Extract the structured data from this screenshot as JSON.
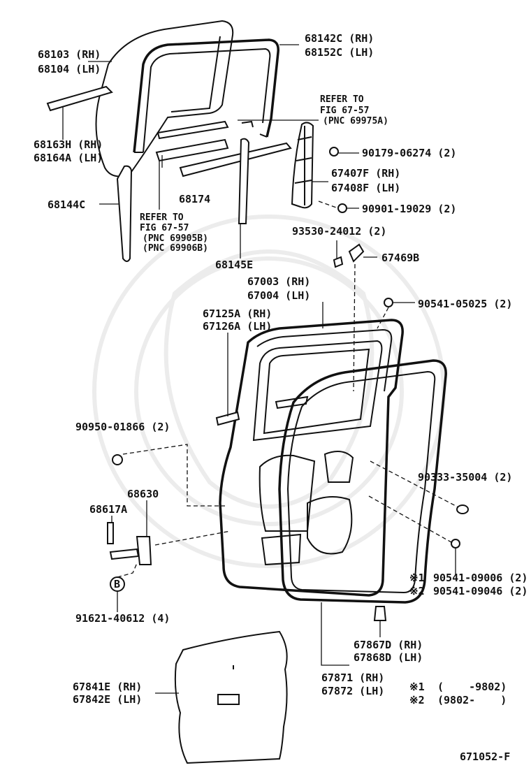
{
  "labels": {
    "glass_rh": "68103 (RH)",
    "glass_lh": "68104 (LH)",
    "run_rh": "68142C (RH)",
    "run_lh": "68152C (LH)",
    "refer_a1": "REFER TO",
    "refer_a2": "FIG 67-57",
    "refer_a3": "(PNC 69975A)",
    "clip_90179": "90179-06274 (2)",
    "weather_rh": "68163H (RH)",
    "weather_lh": "68164A (LH)",
    "reg_rh": "67407F (RH)",
    "reg_lh": "67408F (LH)",
    "p68174": "68174",
    "p68144c": "68144C",
    "bolt_90901": "90901-19029 (2)",
    "refer_b1": "REFER TO",
    "refer_b2": "FIG 67-57",
    "refer_b3": "(PNC 69905B)",
    "refer_b4": "(PNC 69906B)",
    "screw_93530": "93530-24012 (2)",
    "p67469b": "67469B",
    "p68145e": "68145E",
    "door_rh": "67003 (RH)",
    "door_lh": "67004 (LH)",
    "p90541_05025": "90541-05025 (2)",
    "mould_rh": "67125A (RH)",
    "mould_lh": "67126A (LH)",
    "nut_90950": "90950-01866 (2)",
    "hole_90333": "90333-35004 (2)",
    "p68630": "68630",
    "p68617a": "68617A",
    "b_mark": "B",
    "bolt_91621": "91621-40612 (4)",
    "note1_mark": "※1",
    "note1_part": "90541-09006 (2)",
    "note2_mark": "※2",
    "note2_part": "90541-09046 (2)",
    "clip_rh": "67867D (RH)",
    "clip_lh": "67868D (LH)",
    "seal_rh": "67871 (RH)",
    "seal_lh": "67872 (LH)",
    "cover_rh": "67841E (RH)",
    "cover_lh": "67842E (LH)",
    "legend1_mark": "※1",
    "legend1_text": "(    -9802)",
    "legend2_mark": "※2",
    "legend2_text": "(9802-    )",
    "fig_code": "671052-F"
  }
}
